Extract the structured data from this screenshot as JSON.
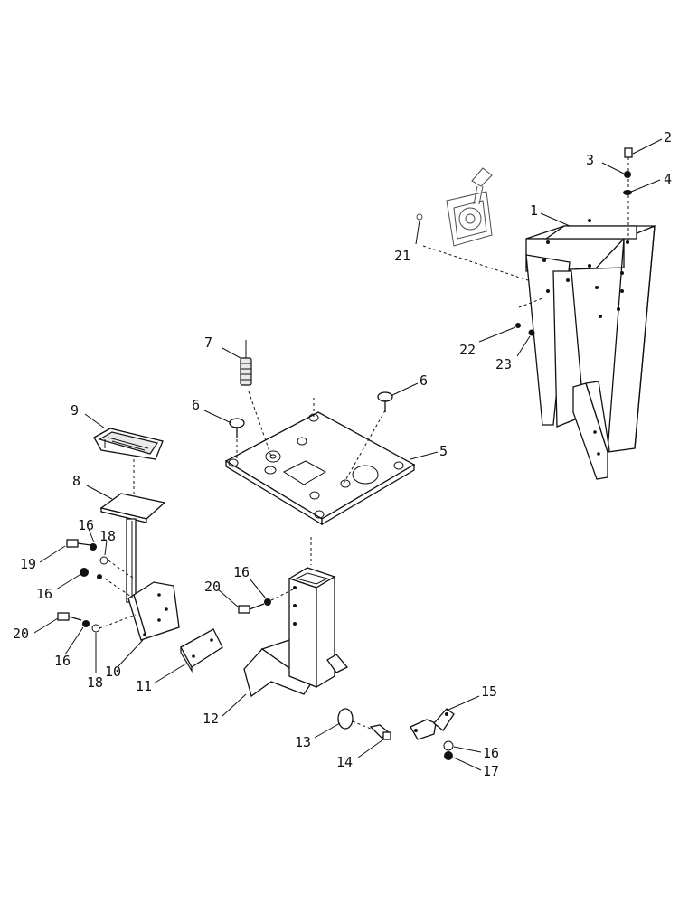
{
  "callouts": {
    "c1": "1",
    "c2": "2",
    "c3": "3",
    "c4": "4",
    "c5": "5",
    "c6a": "6",
    "c6b": "6",
    "c7": "7",
    "c8": "8",
    "c9": "9",
    "c10": "10",
    "c11": "11",
    "c12": "12",
    "c13": "13",
    "c14": "14",
    "c15": "15",
    "c16a": "16",
    "c16b": "16",
    "c16c": "16",
    "c16d": "16",
    "c16e": "16",
    "c17": "17",
    "c18a": "18",
    "c18b": "18",
    "c19": "19",
    "c20a": "20",
    "c20b": "20",
    "c21": "21",
    "c22": "22",
    "c23": "23"
  }
}
